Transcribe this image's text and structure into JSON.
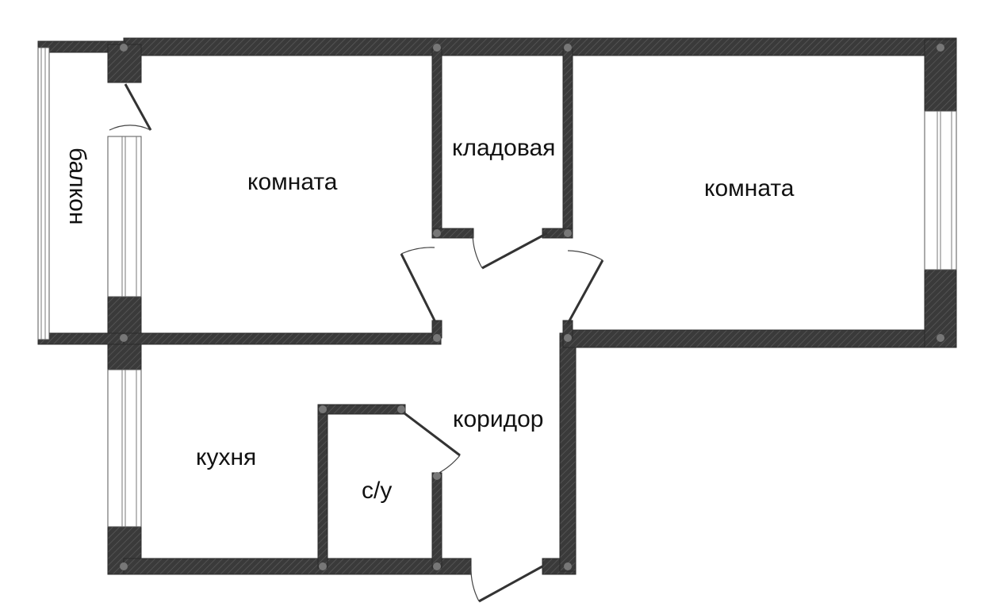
{
  "rooms": {
    "room_left": "комната",
    "room_right": "комната",
    "storage": "кладовая",
    "corridor": "коридор",
    "kitchen": "кухня",
    "bathroom": "с/у",
    "balcony": "балкон"
  },
  "colors": {
    "wall_fill": "#3a3a3a",
    "wall_hatch": "#5a5a5a",
    "background": "#ffffff"
  }
}
